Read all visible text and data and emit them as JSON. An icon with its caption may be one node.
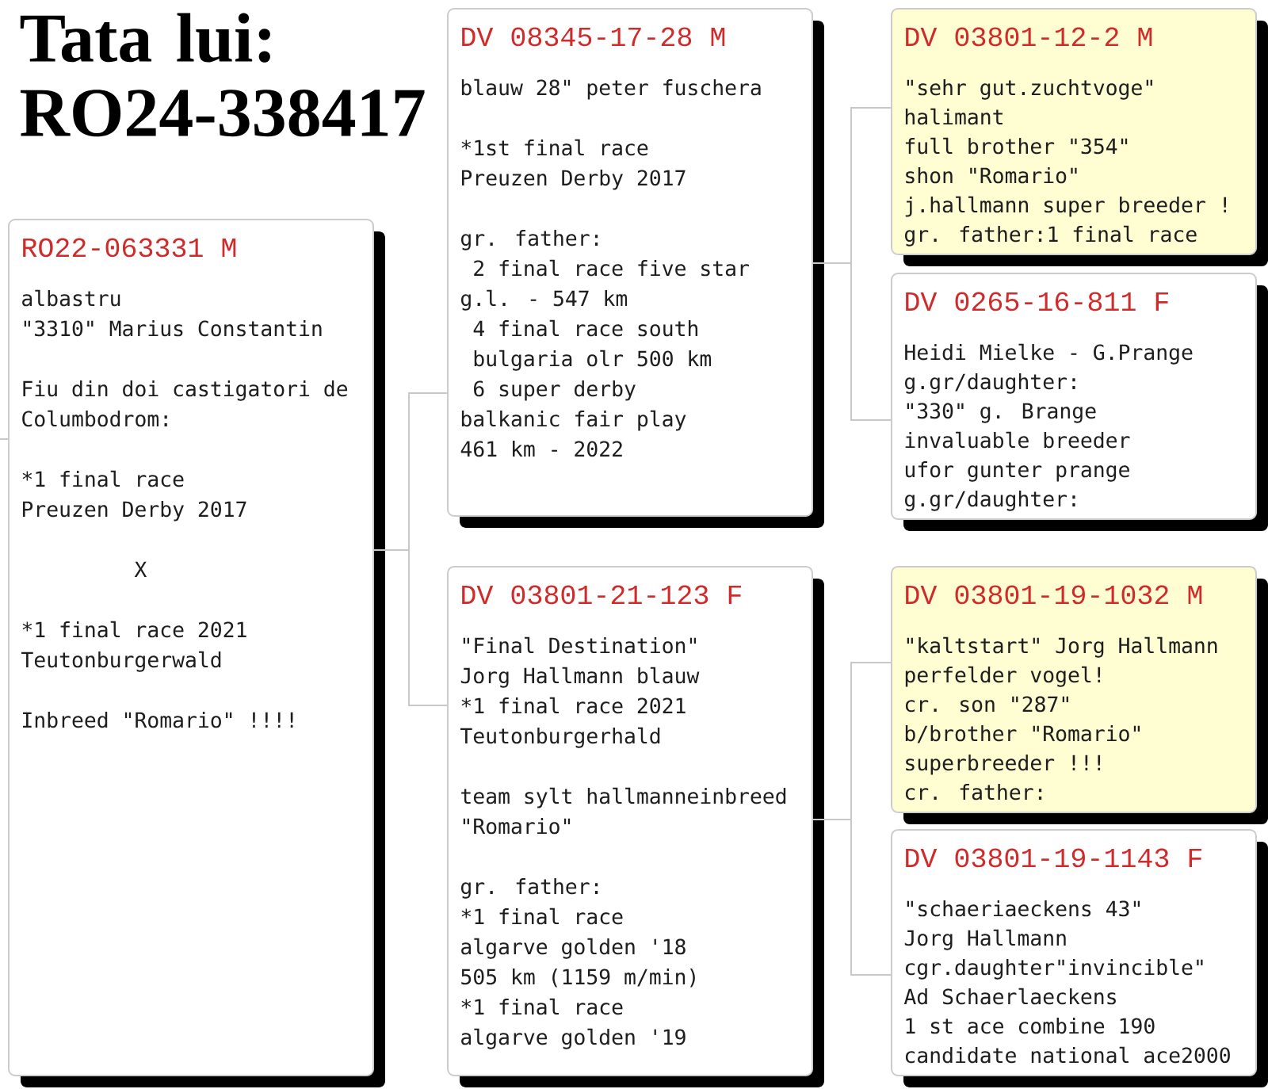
{
  "diagram": {
    "title": "Tata lui: RO24-338417",
    "nodes": [
      {
        "text": [
          "RO22-063331 M",
          "albastru",
          "\"3310\" Marius Constantin",
          "Fiu din doi castigatori de",
          "Columbodrom:",
          "*1 final race",
          "Preuzen Derby 2017",
          "X",
          "*1 final race 2021",
          "Teutonburgerwald",
          "Inbreed \"Romario\" !!!!"
        ]
      },
      {
        "text": [
          "DV 08345-17-28 M",
          "blauw 28\" peter fuschera",
          "*1st final race",
          "Preuzen Derby 2017",
          "gr. father:",
          "2 final race five star",
          "g.l. - 547 km",
          "4 final race south",
          "bulgaria olr 500 km",
          "6 super derby",
          "balkanic fair play",
          "461 km - 2022"
        ]
      },
      {
        "text": [
          "DV 03801-21-123 F",
          "\"Final Destination\"",
          "Jorg Hallmann blauw",
          "*1 final race 2021",
          "Teutonburgerhald",
          "team sylt hallmanneinbreed",
          "\"Romario\"",
          "gr. father:",
          "*1 final race",
          "algarve golden '18",
          "505 km (1159 m/min)",
          "*1 final race",
          "algarve golden '19"
        ]
      },
      {
        "text": [
          "DV 03801-12-2 M",
          "\"sehr gut.zuchtvoge\"",
          "halimant",
          "full brother \"354\"",
          "shon \"Romario\"",
          "j.hallmann super breeder !",
          "gr. father:1 final race"
        ]
      },
      {
        "text": [
          "DV 0265-16-811 F",
          "Heidi Mielke - G.Prange",
          "g.gr/daughter:",
          "\"330\" g. Brange",
          "invaluable breeder",
          "ufor gunter prange",
          "g.gr/daughter:"
        ]
      },
      {
        "text": [
          "DV 03801-19-1032 M",
          "\"kaltstart\" Jorg Hallmann",
          "perfelder vogel!",
          "cr. son \"287\"",
          "b/brother \"Romario\"",
          "superbreeder !!!",
          "cr. father:"
        ]
      },
      {
        "text": [
          "DV 03801-19-1143 F",
          "\"schaeriaeckens 43\"",
          "Jorg Hallmann",
          "cgr.daughter\"invincible\"",
          "Ad Schaerlaeckens",
          "1 st ace combine 190",
          "candidate national ace2000"
        ]
      }
    ],
    "edges": [
      {
        "from": null,
        "to": 0,
        "arrow": "none"
      },
      {
        "from": 0,
        "to": 1,
        "arrow": "none"
      },
      {
        "from": 0,
        "to": 2,
        "arrow": "none"
      },
      {
        "from": 1,
        "to": 3,
        "arrow": "none"
      },
      {
        "from": 1,
        "to": 4,
        "arrow": "none"
      },
      {
        "from": 2,
        "to": 5,
        "arrow": "none"
      },
      {
        "from": 2,
        "to": 6,
        "arrow": "none"
      }
    ]
  }
}
